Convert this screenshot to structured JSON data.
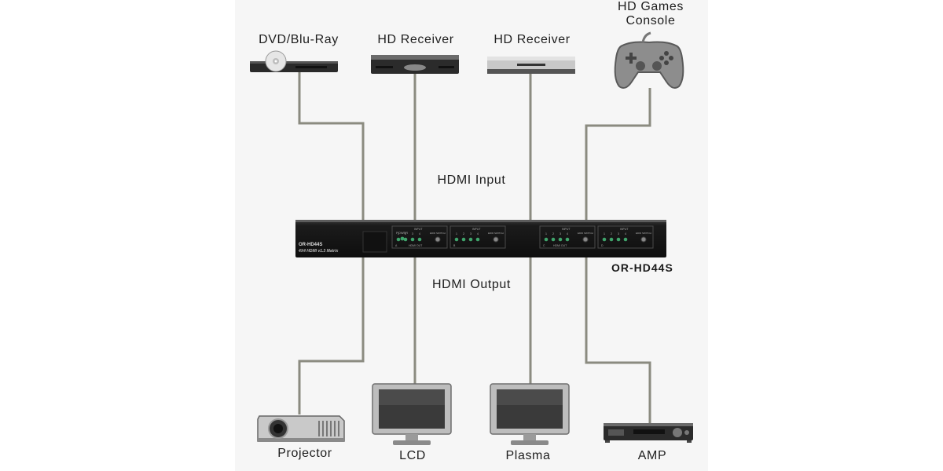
{
  "inputs": {
    "dvd": "DVD/Blu-Ray",
    "receiver1": "HD Receiver",
    "receiver2": "HD Receiver",
    "console_line1": "HD Games",
    "console_line2": "Console"
  },
  "section_labels": {
    "hdmi_input": "HDMI Input",
    "hdmi_output": "HDMI Output"
  },
  "matrix": {
    "model_caption": "OR-HD44S",
    "front_model": "OR-HD44S",
    "front_desc": "4X4 HDMI v1.3 Matrix",
    "power_label": "POWER",
    "input_label": "INPUT",
    "edid_label": "EDID SWITCH",
    "hdmi_out_label": "HDMI OUT",
    "input_numbers": [
      "1",
      "2",
      "3",
      "4"
    ],
    "output_letters": [
      "A",
      "B",
      "C",
      "D"
    ]
  },
  "outputs": {
    "projector": "Projector",
    "lcd": "LCD",
    "plasma": "Plasma",
    "amp": "AMP"
  },
  "colors": {
    "wire": "#8b8b80",
    "chassis": "#1c1c1c",
    "led": "#3fa46b"
  }
}
